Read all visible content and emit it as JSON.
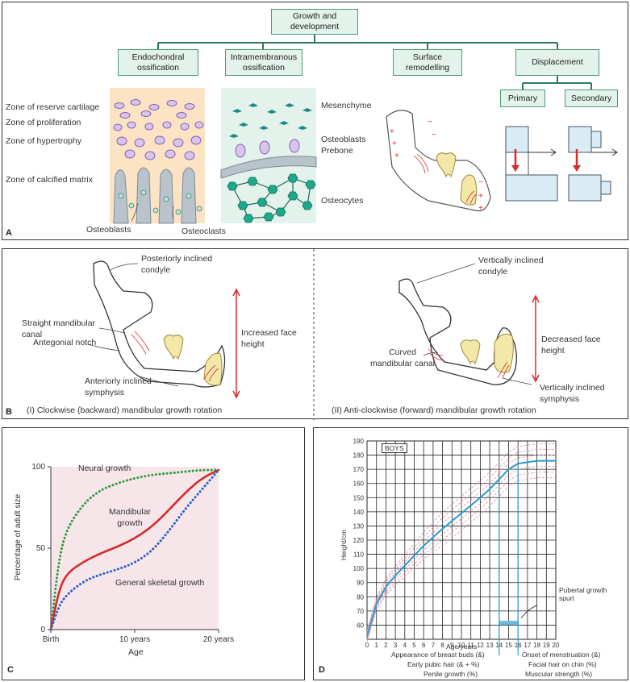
{
  "panel_a": {
    "letter": "A",
    "root": "Growth and development",
    "branches": [
      "Endochondral ossification",
      "Intramembranous ossification",
      "Surface remodelling",
      "Displacement"
    ],
    "displacement_children": [
      "Primary",
      "Secondary"
    ],
    "endochondral_zones": [
      "Zone of reserve cartilage",
      "Zone of proliferation",
      "Zone of hypertrophy",
      "Zone of calcified matrix"
    ],
    "bottom_labels": [
      "Osteoblasts",
      "Osteoclasts"
    ],
    "intramembranous_labels": [
      "Mesenchyme",
      "Osteoblasts",
      "Prebone",
      "Osteocytes"
    ]
  },
  "panel_b": {
    "letter": "B",
    "left": {
      "condyle": "Posteriorly inclined condyle",
      "canal": "Straight mandibular canal",
      "notch": "Antegonial notch",
      "symphysis": "Anteriorly inclined symphysis",
      "height": "Increased face height",
      "caption": "(I) Clockwise (backward) mandibular growth rotation"
    },
    "right": {
      "condyle": "Vertically inclined condyle",
      "canal": "Curved mandibular canal",
      "symphysis": "Vertically inclined symphysis",
      "height": "Decreased face height",
      "caption": "(II) Anti-clockwise (forward) mandibular growth rotation"
    }
  },
  "panel_c": {
    "letter": "C",
    "chart_data": {
      "type": "line",
      "ylabel": "Percentage of adult size",
      "xlabel": "Age",
      "x_ticks": [
        "Birth",
        "10 years",
        "20 years"
      ],
      "y_ticks": [
        "0",
        "50",
        "100"
      ],
      "ylim": [
        0,
        100
      ],
      "x": [
        0,
        1,
        2,
        4,
        6,
        8,
        10,
        12,
        14,
        16,
        18,
        20
      ],
      "series": [
        {
          "name": "Neural growth",
          "color": "#2e9a3e",
          "style": "dotted",
          "values": [
            0,
            45,
            63,
            78,
            86,
            90,
            93,
            95,
            96,
            97,
            98,
            98
          ]
        },
        {
          "name": "Mandibular growth",
          "color": "#d62b2b",
          "style": "solid",
          "values": [
            0,
            25,
            35,
            42,
            47,
            51,
            56,
            63,
            73,
            84,
            93,
            98
          ]
        },
        {
          "name": "General skeletal growth",
          "color": "#2b5fc9",
          "style": "dotted",
          "values": [
            0,
            15,
            22,
            30,
            34,
            37,
            41,
            48,
            60,
            74,
            86,
            98
          ]
        }
      ]
    }
  },
  "panel_d": {
    "letter": "D",
    "chart_data": {
      "type": "line",
      "title_badge": "BOYS",
      "ylabel": "Height/cm",
      "xlabel": "Age/years",
      "xlim": [
        0,
        20
      ],
      "ylim": [
        50,
        190
      ],
      "x_ticks": [
        "0",
        "1",
        "2",
        "3",
        "4",
        "5",
        "6",
        "7",
        "8",
        "9",
        "10",
        "11",
        "12",
        "13",
        "14",
        "15",
        "16",
        "17",
        "18",
        "19",
        "20"
      ],
      "y_ticks": [
        "60",
        "70",
        "80",
        "90",
        "100",
        "110",
        "120",
        "130",
        "140",
        "150",
        "160",
        "170",
        "180",
        "190"
      ],
      "x": [
        0,
        1,
        2,
        3,
        4,
        6,
        8,
        10,
        12,
        13,
        14,
        15,
        16,
        17,
        18,
        20
      ],
      "median": [
        52,
        75,
        87,
        95,
        102,
        116,
        128,
        139,
        150,
        156,
        163,
        170,
        174,
        175,
        176,
        176
      ],
      "annotation": "Pubertal growth spurt",
      "markers_left": [
        "Appearance of breast buds (&)",
        "Early pubic hair (& + %)",
        "Penile growth (%)"
      ],
      "markers_right": [
        "Onset of menstruation (&)",
        "Facial hair on chin (%)",
        "Muscular strength (%)"
      ]
    }
  }
}
